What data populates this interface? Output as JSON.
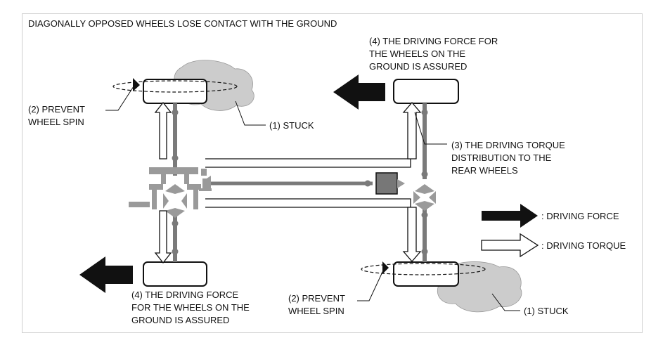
{
  "title": "DIAGONALLY OPPOSED WHEELS LOSE CONTACT WITH THE GROUND",
  "labels": {
    "stuck_front_left": "(1) STUCK",
    "stuck_rear_right": "(1) STUCK",
    "prevent_spin_front_left": [
      "(2) PREVENT",
      "WHEEL SPIN"
    ],
    "prevent_spin_rear_right": [
      "(2) PREVENT",
      "WHEEL SPIN"
    ],
    "torque_distribution": [
      "(3) THE DRIVING TORQUE",
      "DISTRIBUTION TO THE",
      "REAR WHEELS"
    ],
    "force_assured_top": [
      "(4) THE DRIVING FORCE FOR",
      "THE WHEELS ON THE",
      "GROUND IS ASSURED"
    ],
    "force_assured_bottom": [
      "(4) THE DRIVING FORCE",
      "FOR THE WHEELS ON THE",
      "GROUND IS ASSURED"
    ]
  },
  "legend": {
    "driving_force": ": DRIVING FORCE",
    "driving_torque": ": DRIVING TORQUE"
  },
  "colors": {
    "line": "#111111",
    "shaft": "#7a7a7a",
    "gear": "#9a9a9a",
    "stuck_cloud": "#cccccc",
    "transfer_box": "#777777"
  }
}
